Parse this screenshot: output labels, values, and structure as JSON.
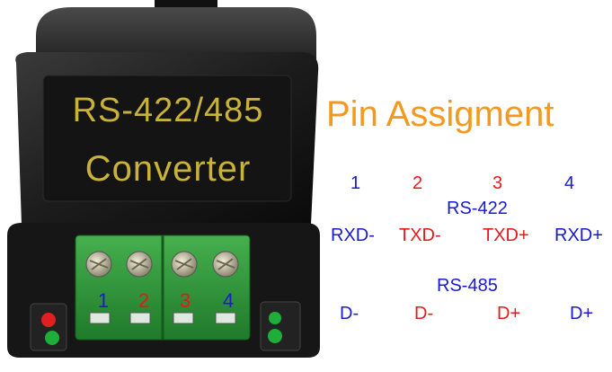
{
  "device": {
    "label_line1": "RS-422/485",
    "label_line2": "Converter",
    "terminals": [
      "1",
      "2",
      "3",
      "4"
    ]
  },
  "pin_assignment": {
    "title": "Pin Assigment",
    "pin_numbers": [
      "1",
      "2",
      "3",
      "4"
    ],
    "rs422": {
      "label": "RS-422",
      "signals": [
        "RXD-",
        "TXD-",
        "TXD+",
        "RXD+"
      ]
    },
    "rs485": {
      "label": "RS-485",
      "signals": [
        "D-",
        "D-",
        "D+",
        "D+"
      ]
    }
  },
  "colors": {
    "label_text": "#c8b23a",
    "heading": "#f39a1e",
    "blue": "#1a1acf",
    "red": "#e51a1a",
    "terminal_green": "#2e9a3a"
  }
}
